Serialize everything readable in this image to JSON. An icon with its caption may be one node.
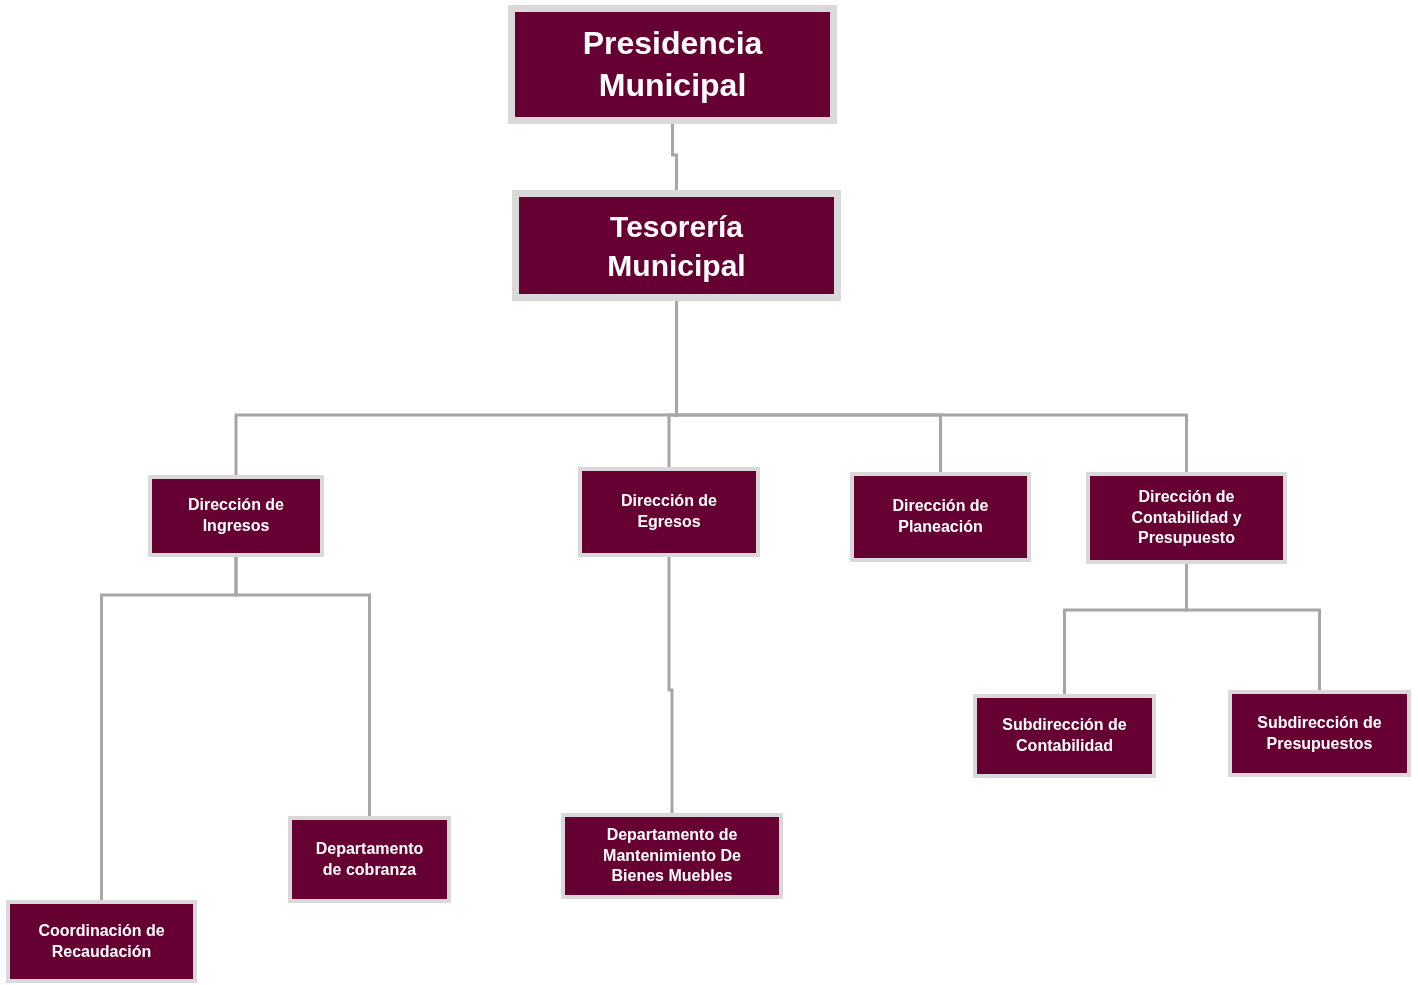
{
  "diagram": {
    "nodes": [
      {
        "text": [
          "Presidencia Municipal"
        ]
      },
      {
        "text": [
          "Tesorería Municipal"
        ]
      },
      {
        "text": [
          "Dirección de Ingresos"
        ]
      },
      {
        "text": [
          "Dirección de Egresos"
        ]
      },
      {
        "text": [
          "Dirección de Planeación"
        ]
      },
      {
        "text": [
          "Dirección de Contabilidad y Presupuesto"
        ]
      },
      {
        "text": [
          "Coordinación de Recaudación"
        ]
      },
      {
        "text": [
          "Departamento de cobranza"
        ]
      },
      {
        "text": [
          "Departamento de Mantenimiento De Bienes Muebles"
        ]
      },
      {
        "text": [
          "Subdirección de Contabilidad"
        ]
      },
      {
        "text": [
          "Subdirección de Presupuestos"
        ]
      }
    ],
    "edges": [
      {
        "from": 0,
        "to": 1,
        "arrow": "none"
      },
      {
        "from": 1,
        "to": 2,
        "arrow": "none"
      },
      {
        "from": 1,
        "to": 3,
        "arrow": "none"
      },
      {
        "from": 1,
        "to": 4,
        "arrow": "none"
      },
      {
        "from": 1,
        "to": 5,
        "arrow": "none"
      },
      {
        "from": 2,
        "to": 6,
        "arrow": "none"
      },
      {
        "from": 2,
        "to": 7,
        "arrow": "none"
      },
      {
        "from": 3,
        "to": 8,
        "arrow": "none"
      },
      {
        "from": 5,
        "to": 9,
        "arrow": "none"
      },
      {
        "from": 5,
        "to": 10,
        "arrow": "none"
      }
    ]
  }
}
